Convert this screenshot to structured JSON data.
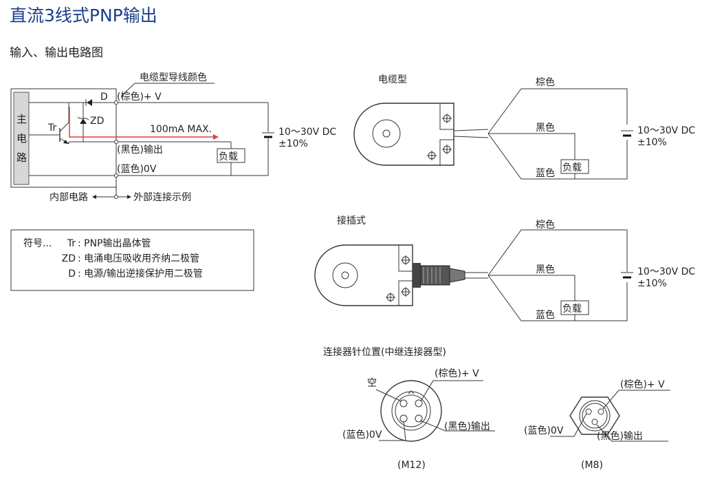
{
  "page_title": "直流3线式PNP输出",
  "section_title": "输入、输出电路图",
  "circuit": {
    "cable_color_label": "电缆型导线颜色",
    "main_circuit": [
      "主",
      "电",
      "路"
    ],
    "d_label": "D",
    "zd_label": "ZD",
    "tr_label": "Tr",
    "brown_v": "(棕色)+ V",
    "current_label": "100mA MAX.",
    "black_out": "(黑色)输出",
    "load": "负载",
    "blue_0v": "(蓝色)0V",
    "supply_voltage": "10～30V DC",
    "supply_tolerance": "±10%",
    "internal": "内部电路",
    "external": "外部连接示例"
  },
  "legend": {
    "prefix": "符号...",
    "rows": [
      {
        "key": "Tr",
        "desc": ": PNP输出晶体管"
      },
      {
        "key": "ZD",
        "desc": ": 电涌电压吸收用齐纳二极管"
      },
      {
        "key": "D",
        "desc": ": 电源/输出逆接保护用二极管"
      }
    ]
  },
  "cable_type": {
    "title": "电缆型",
    "brown": "棕色",
    "black": "黑色",
    "blue": "蓝色",
    "load": "负载",
    "supply_voltage": "10～30V DC",
    "supply_tolerance": "±10%"
  },
  "connector_type": {
    "title": "接插式",
    "brown": "棕色",
    "black": "黑色",
    "blue": "蓝色",
    "load": "负载",
    "supply_voltage": "10～30V DC",
    "supply_tolerance": "±10%"
  },
  "pin_layout": {
    "title": "连接器针位置(中继连接器型)",
    "m12": {
      "empty": "空",
      "brown_v": "(棕色)+ V",
      "blue_0v": "(蓝色)0V",
      "black_out": "(黑色)输出",
      "caption": "(M12)"
    },
    "m8": {
      "brown_v": "(棕色)+ V",
      "blue_0v": "(蓝色)0V",
      "black_out": "(黑色)输出",
      "caption": "(M8)"
    }
  }
}
